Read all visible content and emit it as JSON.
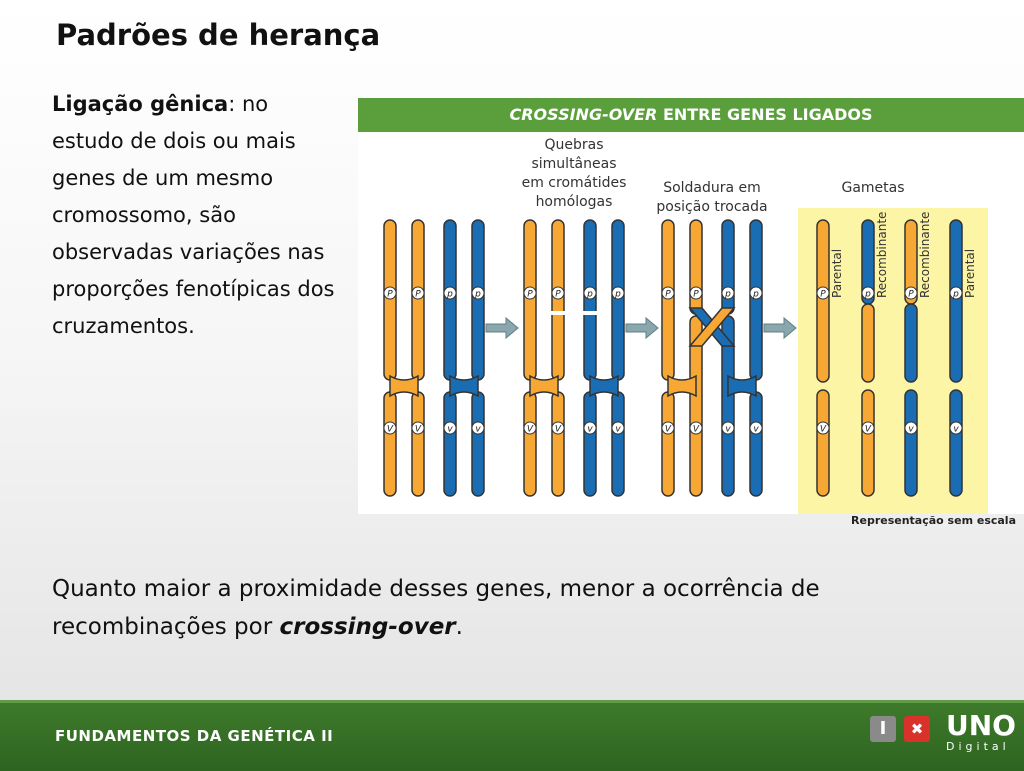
{
  "title": "Padrões de herança",
  "left_text": {
    "term": "Ligação gênica",
    "rest": ": no estudo de dois ou mais genes de um mesmo cromossomo, são observadas variações nas proporções fenotípicas dos cruzamentos."
  },
  "figure": {
    "header_italic": "CROSSING-OVER",
    "header_rest": " ENTRE GENES LIGADOS",
    "stage1": [
      "Quebras",
      "simultâneas",
      "em cromátides",
      "homólogas"
    ],
    "stage2": [
      "Soldadura em",
      "posição trocada"
    ],
    "stage3": "Gametas",
    "gamete_labels": [
      "Parental",
      "Recombinante",
      "Recombinante",
      "Parental"
    ],
    "allele_top_dominant": "P",
    "allele_top_recessive": "p",
    "allele_bottom_dominant": "V",
    "allele_bottom_recessive": "v",
    "caption": "Representação sem escala",
    "colors": {
      "orange": "#f7a733",
      "blue": "#1a6db3",
      "outline": "#333333",
      "arrow": "#8aa7ad"
    }
  },
  "bottom_text": {
    "before": "Quanto maior a proximidade desses genes, menor a ocorrência de recombinações por ",
    "italic": "crossing-over",
    "after": "."
  },
  "footer": {
    "label": "FUNDAMENTOS DA GENÉTICA II",
    "logo_i": "I",
    "logo_x": "✖",
    "logo_name": "UNO",
    "logo_sub": "Digital"
  }
}
